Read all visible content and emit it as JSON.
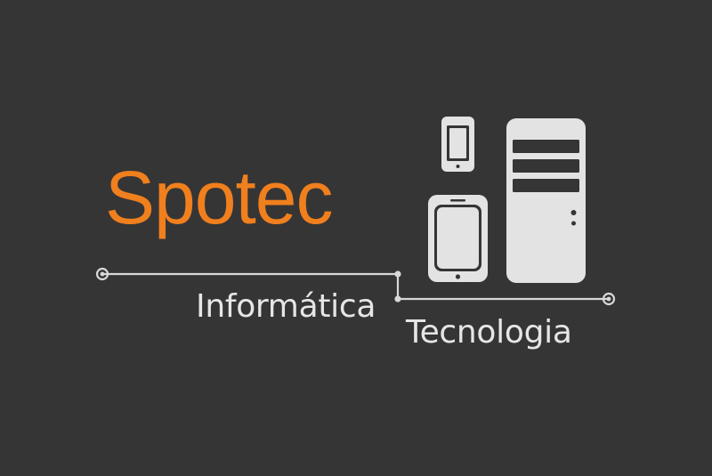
{
  "logo": {
    "brand_name": "Spotec",
    "tagline_left": "Informática",
    "tagline_right": "Tecnologia",
    "colors": {
      "background": "#353535",
      "brand": "#F07F1E",
      "text": "#E6E6E6",
      "lines": "#D8D8D8",
      "devices": "#E3E3E3",
      "device_detail": "#353535"
    },
    "icons": [
      "smartphone-icon",
      "tablet-icon",
      "desktop-tower-icon",
      "circuit-lines"
    ]
  }
}
